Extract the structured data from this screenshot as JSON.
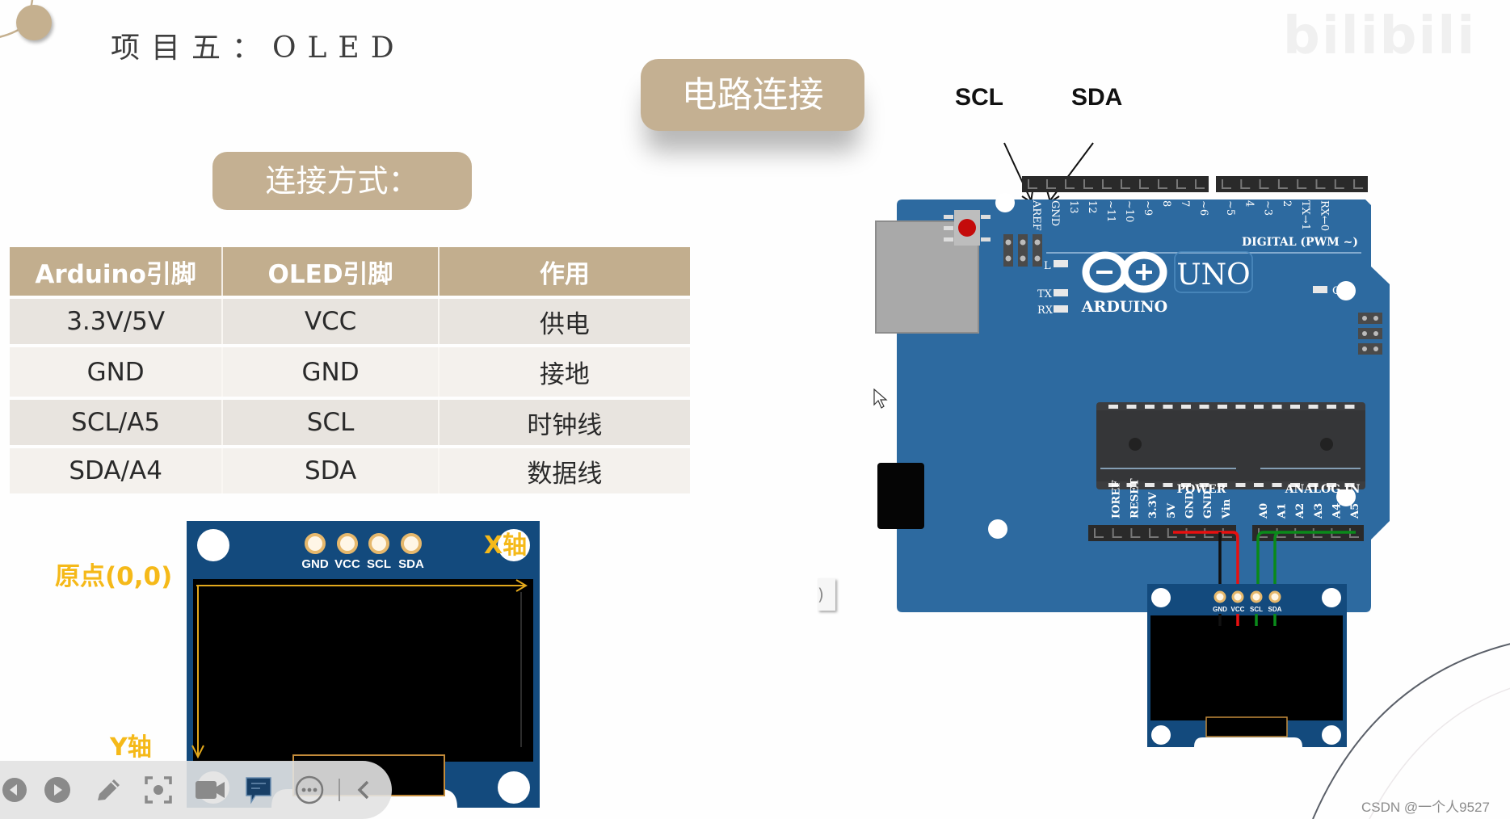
{
  "slide": {
    "title": "项目五：OLED",
    "section_pill": "电路连接",
    "connection_pill": "连接方式："
  },
  "watermark": {
    "logo": "bilibili",
    "left_text": "",
    "credit": "CSDN @一个人9527"
  },
  "pin_table": {
    "headers": [
      "Arduino引脚",
      "OLED引脚",
      "作用"
    ],
    "rows": [
      [
        "3.3V/5V",
        "VCC",
        "供电"
      ],
      [
        "GND",
        "GND",
        "接地"
      ],
      [
        "SCL/A5",
        "SCL",
        "时钟线"
      ],
      [
        "SDA/A4",
        "SDA",
        "数据线"
      ]
    ]
  },
  "oled_diagram": {
    "origin_label": "原点(0,0)",
    "x_axis_label": "X轴",
    "y_axis_label": "Y轴",
    "pins": [
      "GND",
      "VCC",
      "SCL",
      "SDA"
    ]
  },
  "arduino_diagram": {
    "callouts": [
      "SCL",
      "SDA"
    ],
    "brand": "ARDUINO",
    "model": "UNO",
    "digital_label": "DIGITAL (PWM ~)",
    "power_label": "POWER",
    "analog_label": "ANALOG IN",
    "led_labels": [
      "L",
      "TX",
      "RX",
      "ON"
    ],
    "digital_pins": [
      "AREF",
      "GND",
      "13",
      "12",
      "~11",
      "~10",
      "~9",
      "8",
      "7",
      "~6",
      "~5",
      "4",
      "~3",
      "2",
      "TX→1",
      "RX←0"
    ],
    "power_pins": [
      "IOREF",
      "RESET",
      "3.3V",
      "5V",
      "GND",
      "GND",
      "Vin"
    ],
    "analog_pins": [
      "A0",
      "A1",
      "A2",
      "A3",
      "A4",
      "A5"
    ],
    "oled_pins": [
      "GND",
      "VCC",
      "SCL",
      "SDA"
    ],
    "wire_colors": {
      "gnd": "#111111",
      "vcc": "#e81010",
      "scl": "#0a8a1a",
      "sda": "#0a8a1a"
    }
  },
  "colors": {
    "accent_tan": "#c4b092",
    "board_blue": "#2d6aa0",
    "oled_blue": "#134a7d",
    "axis_yellow": "#f5b919"
  },
  "player_toolbar": {
    "buttons": [
      "previous",
      "next",
      "pen",
      "screenshot",
      "camera",
      "comment",
      "more",
      "collapse"
    ]
  }
}
